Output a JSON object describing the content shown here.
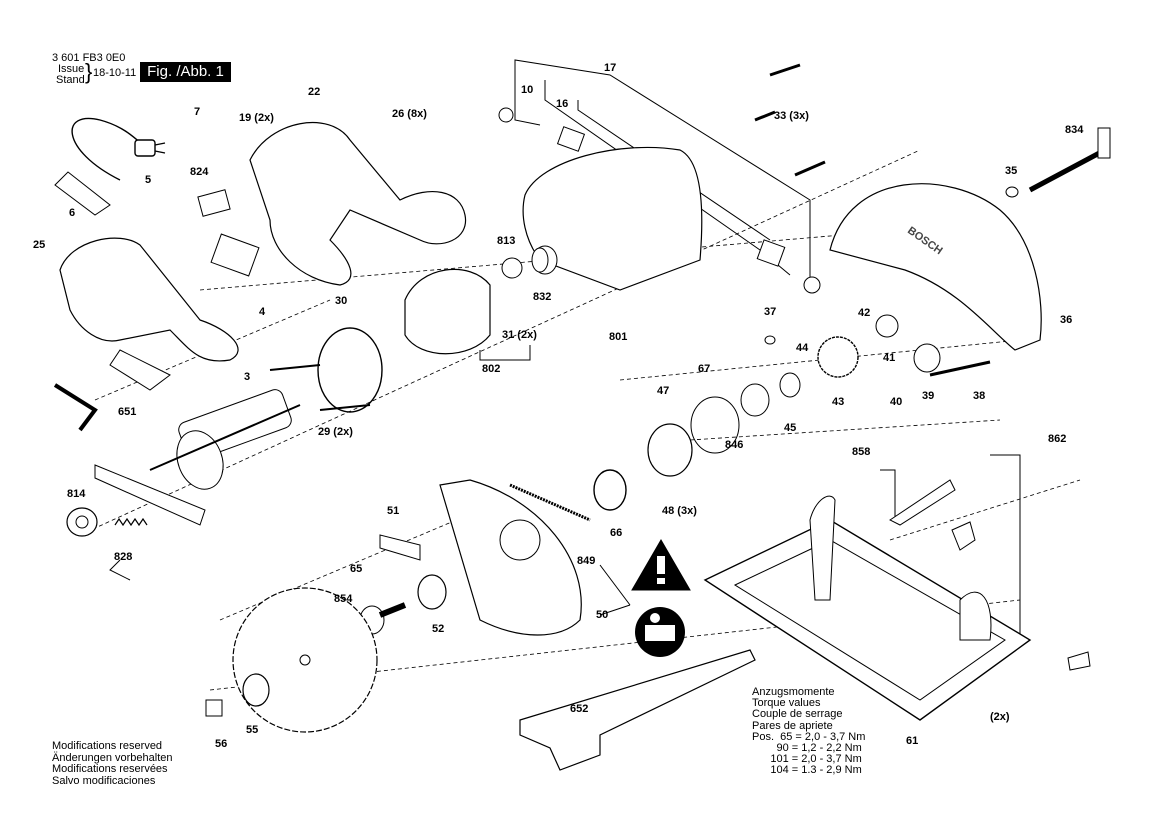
{
  "header": {
    "part_number": "3 601 FB3 0E0",
    "issue_label": "Issue",
    "stand_label": "Stand",
    "date": "18-10-11",
    "figure": "Fig. /Abb. 1"
  },
  "parts": {
    "p17": "17",
    "p10": "10",
    "p16": "16",
    "p22": "22",
    "p7": "7",
    "p19": "19 (2x)",
    "p26": "26 (8x)",
    "p33": "33 (3x)",
    "p834": "834",
    "p5": "5",
    "p824": "824",
    "p6": "6",
    "p35": "35",
    "p25": "25",
    "p813": "813",
    "p832": "832",
    "p4": "4",
    "p30": "30",
    "p801": "801",
    "p37": "37",
    "p42": "42",
    "p36": "36",
    "p31": "31 (2x)",
    "p802": "802",
    "p44": "44",
    "p41": "41",
    "p3": "3",
    "p67": "67",
    "p47": "47",
    "p651": "651",
    "p29": "29 (2x)",
    "p43": "43",
    "p40": "40",
    "p39": "39",
    "p38": "38",
    "p846": "846",
    "p45": "45",
    "p858": "858",
    "p862": "862",
    "p814": "814",
    "p828": "828",
    "p66": "66",
    "p48": "48 (3x)",
    "p51": "51",
    "p849": "849",
    "p65": "65",
    "p854": "854",
    "p52": "52",
    "p50": "50",
    "p652": "652",
    "p56": "56",
    "p55": "55",
    "p61": "61",
    "p2x": "(2x)"
  },
  "torque": {
    "lines": [
      "Anzugsmomente",
      "Torque values",
      "Couple de serrage",
      "Pares de apriete"
    ],
    "rows": [
      "Pos.  65 = 2,0 - 3,7 Nm",
      "        90 = 1,2 - 2,2 Nm",
      "      101 = 2,0 - 3,7 Nm",
      "      104 = 1.3 - 2,9 Nm"
    ]
  },
  "modifications": [
    "Modifications reserved",
    "Änderungen vorbehalten",
    "Modifications reservées",
    "Salvo modificaciones"
  ],
  "logo_text": "BOSCH"
}
